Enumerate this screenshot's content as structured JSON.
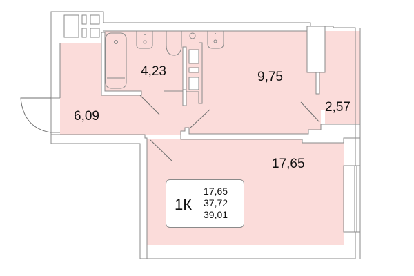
{
  "plan": {
    "colors": {
      "room_fill": "#fbdcda",
      "wall_stroke": "#8a8a8a",
      "background": "#ffffff"
    },
    "rooms": [
      {
        "id": "hallway",
        "area": "6,09"
      },
      {
        "id": "bathroom",
        "area": "4,23"
      },
      {
        "id": "kitchen",
        "area": "9,75"
      },
      {
        "id": "balcony",
        "area": "2,57"
      },
      {
        "id": "living-room",
        "area": "17,65"
      }
    ],
    "summary": {
      "type": "1К",
      "living_area": "17,65",
      "total_area": "37,72",
      "total_area_with_balcony": "39,01"
    }
  }
}
